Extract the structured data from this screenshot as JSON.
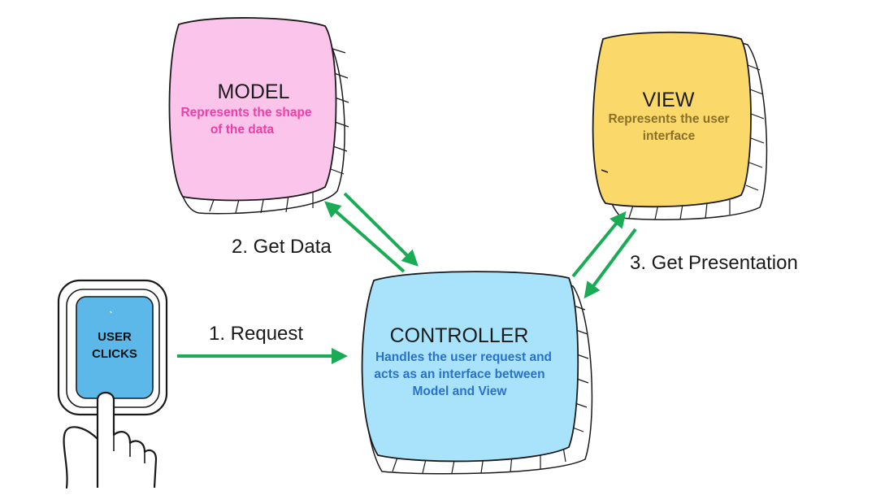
{
  "diagram": {
    "model": {
      "title": "MODEL",
      "desc_line1": "Represents the shape",
      "desc_line2": "of the data",
      "fill": "#fbc4ea",
      "text_color": "#ee3fa5"
    },
    "view": {
      "title": "VIEW",
      "desc_line1": "Represents the user",
      "desc_line2": "interface",
      "fill": "#fad96a",
      "text_color": "#8a7028"
    },
    "controller": {
      "title": "CONTROLLER",
      "desc_line1": "Handles the user request and",
      "desc_line2": "acts as an interface between",
      "desc_line3": "Model and View",
      "fill": "#a9e3fb",
      "text_color": "#2a72c9"
    },
    "device": {
      "label_line1": "USER",
      "label_line2": "CLICKS",
      "screen_color": "#5bb8e8"
    },
    "flows": {
      "request": "1. Request",
      "get_data": "2. Get Data",
      "get_presentation": "3. Get Presentation"
    },
    "arrow_color": "#1aab55",
    "outline_color": "#1a1a1a"
  }
}
